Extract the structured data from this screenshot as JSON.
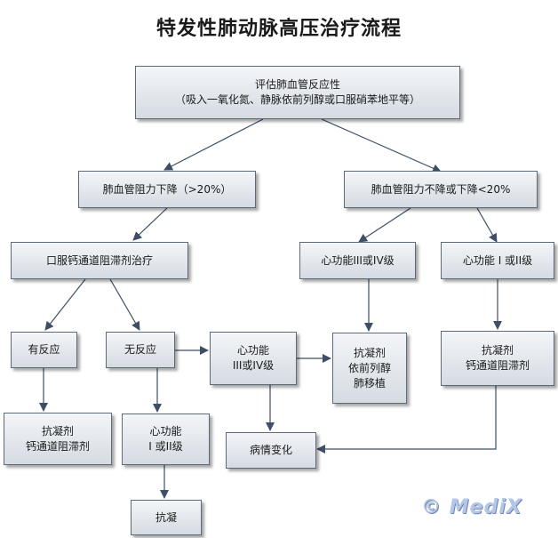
{
  "title": "特发性肺动脉高压治疗流程",
  "nodes": {
    "assess": {
      "line1": "评估肺血管反应性",
      "line2": "（吸入一氧化氮、静脉依前列醇或口服硝苯地平等）"
    },
    "decrease": "肺血管阻力下降（>20%）",
    "no_decrease": "肺血管阻力不降或下降<20%",
    "ccb": "口服钙通道阻滞剂治疗",
    "func_34_right": "心功能III或IV级",
    "func_12_right": "心功能 I 或II级",
    "responsive": "有反应",
    "unresponsive": "无反应",
    "func_34_mid": {
      "line1": "心功能",
      "line2": "III或IV级"
    },
    "prostacyclin": {
      "line1": "抗凝剂",
      "line2": "依前列醇",
      "line3": "肺移植"
    },
    "anticoag_ccb_right": {
      "line1": "抗凝剂",
      "line2": "钙通道阻滞剂"
    },
    "anticoag_ccb_left": {
      "line1": "抗凝剂",
      "line2": "钙通道阻滞剂"
    },
    "func_12_mid": {
      "line1": "心功能",
      "line2": "I 或II级"
    },
    "disease_change": "病情变化",
    "anticoag": "抗凝"
  },
  "watermark": "© MediX"
}
